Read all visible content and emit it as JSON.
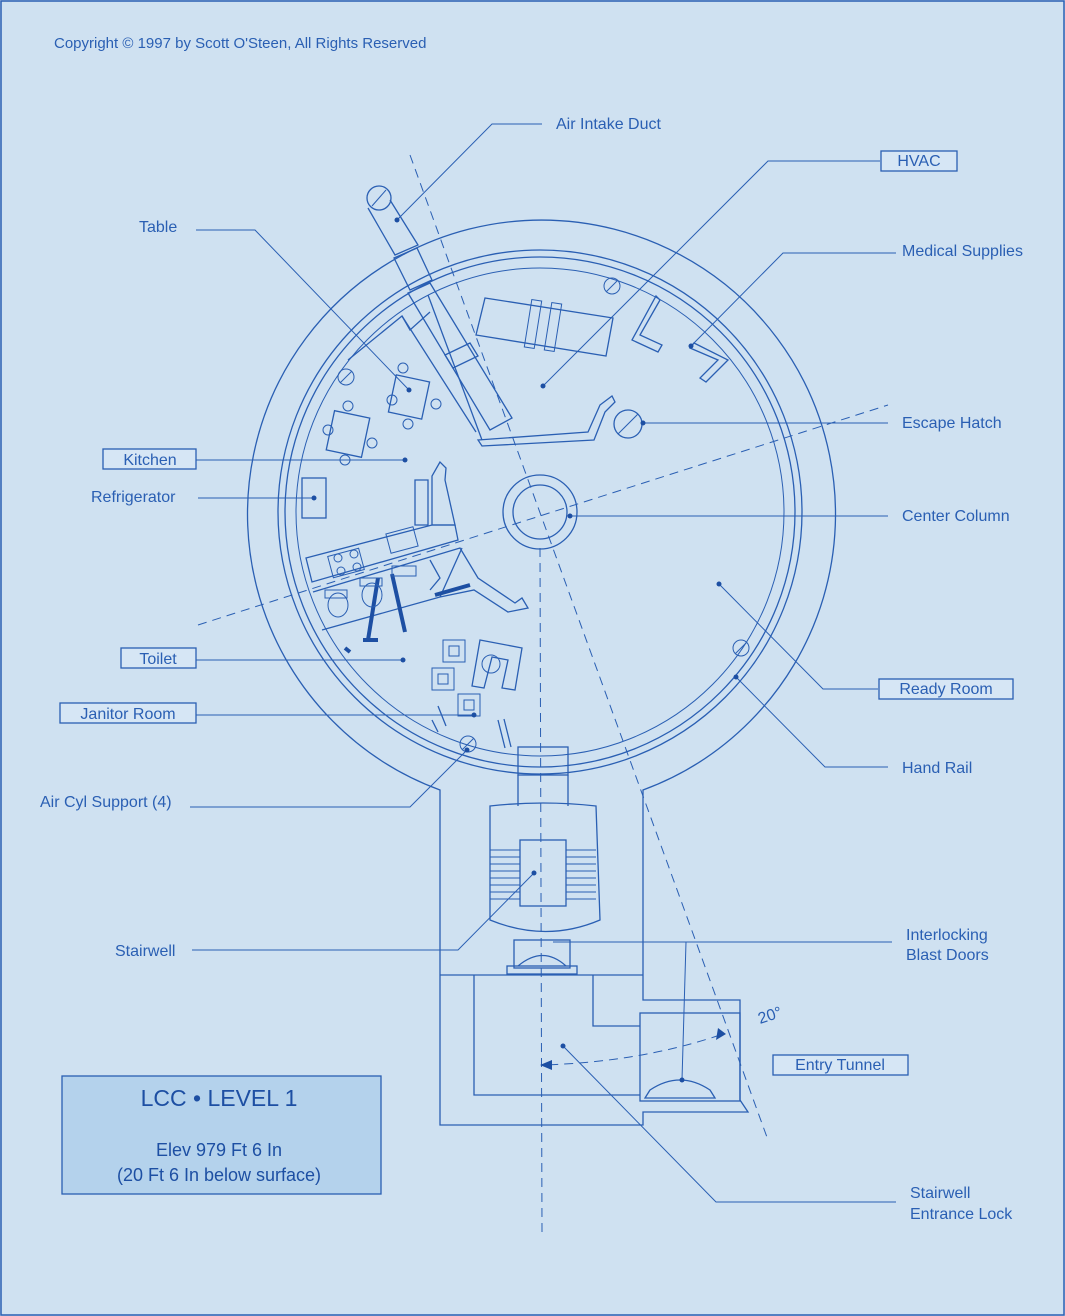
{
  "copyright": "Copyright © 1997 by Scott O'Steen, All Rights Reserved",
  "title_block": {
    "title": "LCC • LEVEL 1",
    "line1": "Elev 979 Ft 6 In",
    "line2": "(20 Ft 6 In below surface)"
  },
  "labels": {
    "air_intake_duct": "Air Intake Duct",
    "hvac": "HVAC",
    "table": "Table",
    "medical_supplies": "Medical Supplies",
    "kitchen": "Kitchen",
    "escape_hatch": "Escape Hatch",
    "refrigerator": "Refrigerator",
    "center_column": "Center Column",
    "toilet": "Toilet",
    "ready_room": "Ready Room",
    "janitor_room": "Janitor Room",
    "hand_rail": "Hand Rail",
    "air_cyl_support": "Air Cyl Support (4)",
    "stairwell": "Stairwell",
    "interlocking_line1": "Interlocking",
    "interlocking_line2": "Blast Doors",
    "angle": "20°",
    "entry_tunnel": "Entry Tunnel",
    "entrance_lock_line1": "Stairwell",
    "entrance_lock_line2": "Entrance Lock"
  },
  "colors": {
    "background": "#cfe1f1",
    "line": "#2a5fb3",
    "title_box": "#b4d2ec"
  }
}
